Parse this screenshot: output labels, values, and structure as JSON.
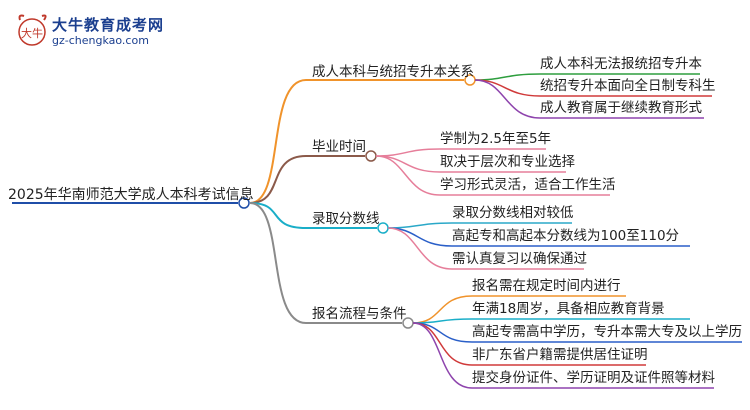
{
  "logo": {
    "mark": "大牛",
    "title": "大牛教育成考网",
    "url": "gz-chengkao.com"
  },
  "mindmap": {
    "root": "2025年华南师范大学成人本科考试信息",
    "branches": [
      {
        "label": "成人本科与统招专升本关系",
        "color": "#f0932b",
        "children": [
          {
            "label": "成人本科无法报统招专升本",
            "color": "#2e9e3e"
          },
          {
            "label": "统招专升本面向全日制专科生",
            "color": "#d03a3a"
          },
          {
            "label": "成人教育属于继续教育形式",
            "color": "#8e44ad"
          }
        ]
      },
      {
        "label": "毕业时间",
        "color": "#8b5a4a",
        "children": [
          {
            "label": "学制为2.5年至5年",
            "color": "#e67e9a"
          },
          {
            "label": "取决于层次和专业选择",
            "color": "#e67e9a"
          },
          {
            "label": "学习形式灵活，适合工作生活",
            "color": "#e67e9a"
          }
        ]
      },
      {
        "label": "录取分数线",
        "color": "#1aaec8",
        "children": [
          {
            "label": "录取分数线相对较低",
            "color": "#2aa8c8"
          },
          {
            "label": "高起专和高起本分数线为100至110分",
            "color": "#2a5fc8"
          },
          {
            "label": "需认真复习以确保通过",
            "color": "#e67e9a"
          }
        ]
      },
      {
        "label": "报名流程与条件",
        "color": "#8a8a8a",
        "children": [
          {
            "label": "报名需在规定时间内进行",
            "color": "#f0932b"
          },
          {
            "label": "年满18周岁，具备相应教育背景",
            "color": "#1aaec8"
          },
          {
            "label": "高起专需高中学历，专升本需大专及以上学历",
            "color": "#2a5fc8"
          },
          {
            "label": "非广东省户籍需提供居住证明",
            "color": "#d03a3a"
          },
          {
            "label": "提交身份证件、学历证明及证件照等材料",
            "color": "#8e44ad"
          }
        ]
      }
    ],
    "root_color": "#1f4ea8"
  }
}
